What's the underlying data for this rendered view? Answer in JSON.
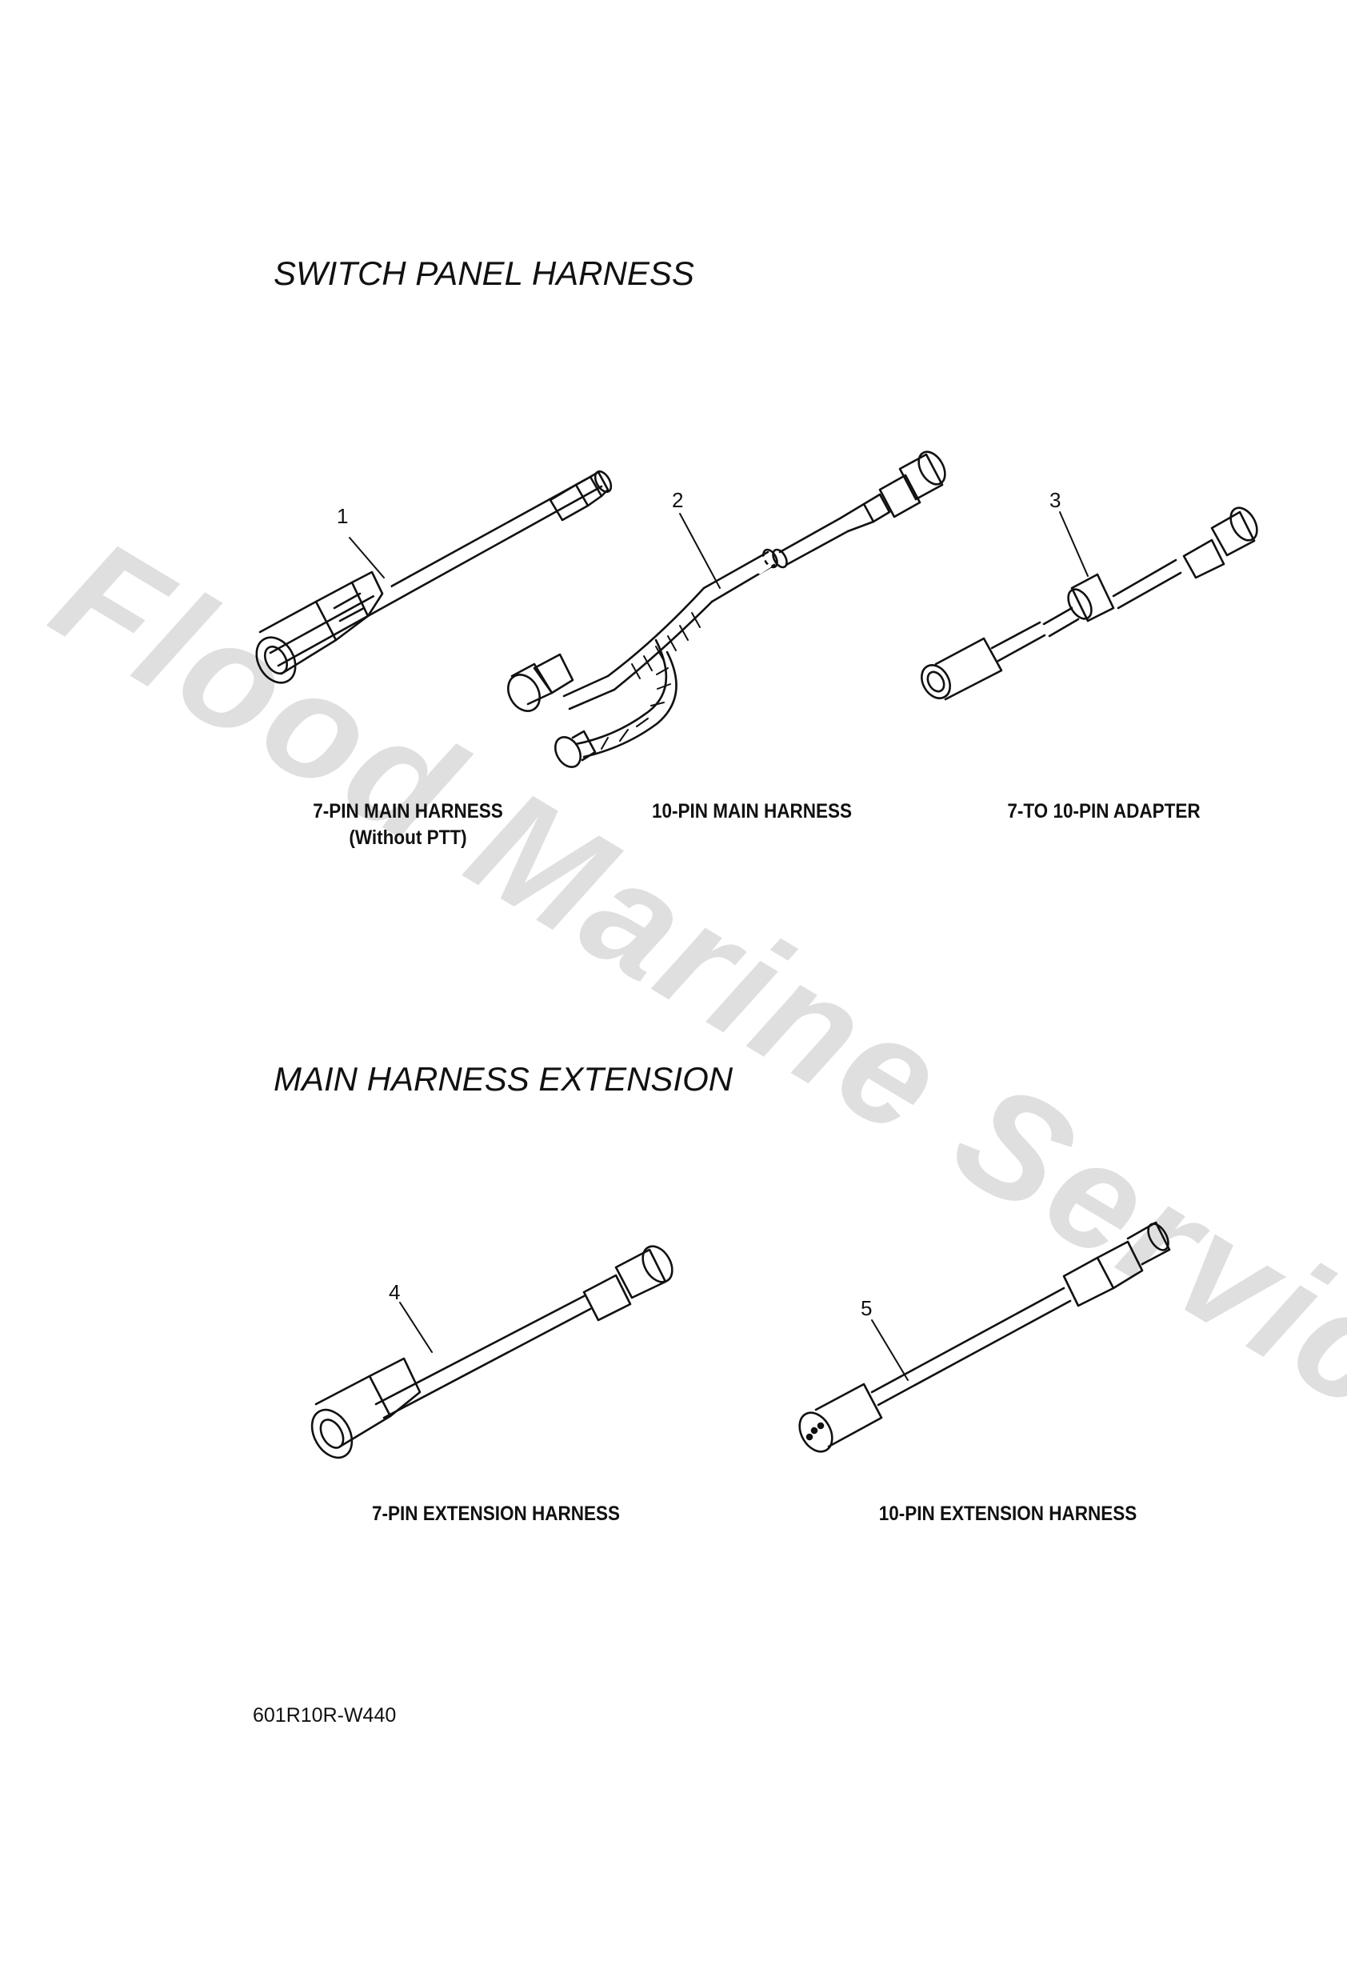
{
  "watermark": "Flood Marine Services",
  "sections": {
    "switch_panel": {
      "title": "SWITCH PANEL HARNESS"
    },
    "extension": {
      "title": "MAIN HARNESS EXTENSION"
    }
  },
  "parts": [
    {
      "callout": "1",
      "caption": "7-PIN MAIN HARNESS",
      "caption2": "(Without PTT)"
    },
    {
      "callout": "2",
      "caption": "10-PIN MAIN HARNESS"
    },
    {
      "callout": "3",
      "caption": "7-TO 10-PIN ADAPTER"
    },
    {
      "callout": "4",
      "caption": "7-PIN EXTENSION HARNESS"
    },
    {
      "callout": "5",
      "caption": "10-PIN EXTENSION HARNESS"
    }
  ],
  "figure_code": "601R10R-W440"
}
